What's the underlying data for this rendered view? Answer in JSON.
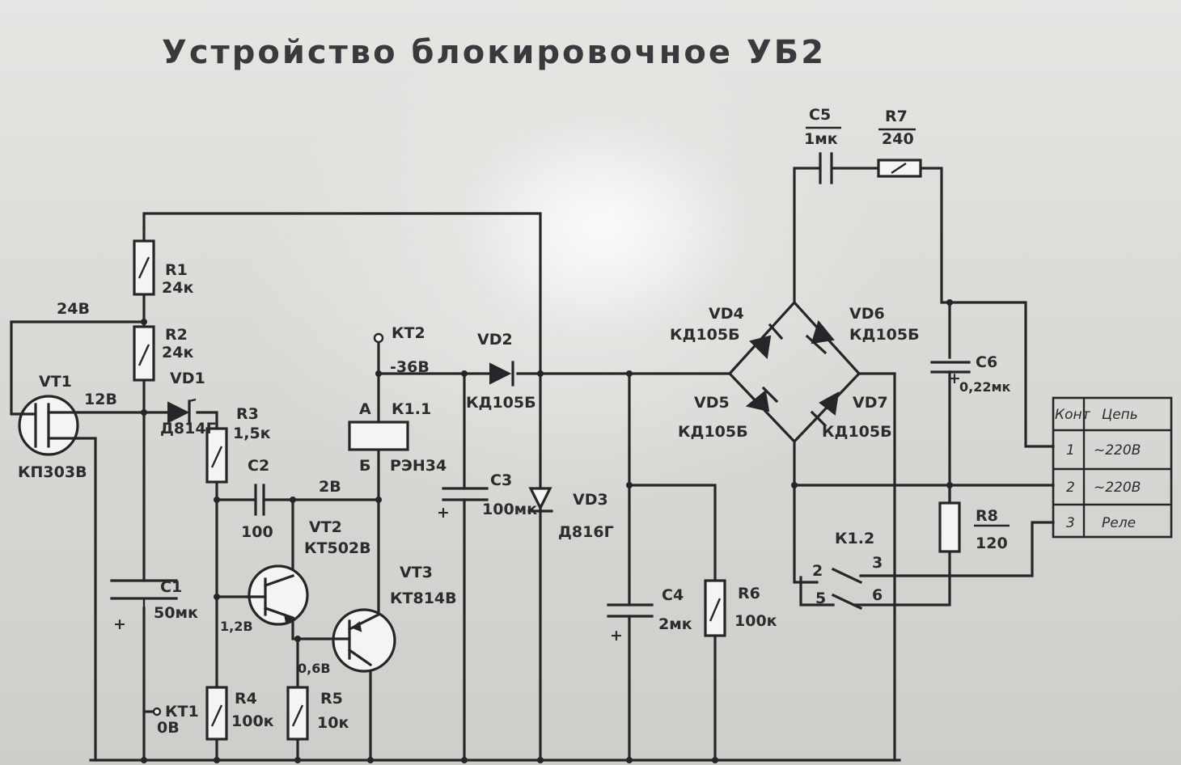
{
  "title": "Устройство блокировочное УБ2",
  "components": {
    "R1": {
      "ref": "R1",
      "value": "24к"
    },
    "R2": {
      "ref": "R2",
      "value": "24к"
    },
    "R3": {
      "ref": "R3",
      "value": "1,5к"
    },
    "R4": {
      "ref": "R4",
      "value": "100к"
    },
    "R5": {
      "ref": "R5",
      "value": "10к"
    },
    "R6": {
      "ref": "R6",
      "value": "100к"
    },
    "R7": {
      "ref": "R7",
      "value": "240"
    },
    "R8": {
      "ref": "R8",
      "value": "120"
    },
    "C1": {
      "ref": "C1",
      "value": "50мк"
    },
    "C2": {
      "ref": "C2",
      "value": "100"
    },
    "C3": {
      "ref": "C3",
      "value": "100мк"
    },
    "C4": {
      "ref": "C4",
      "value": "2мк"
    },
    "C5": {
      "ref": "C5",
      "value": "1мк"
    },
    "C6": {
      "ref": "C6",
      "value": "0,22мк"
    },
    "VT1": {
      "ref": "VT1",
      "value": "КП303В"
    },
    "VT2": {
      "ref": "VT2",
      "value": "КТ502В"
    },
    "VT3": {
      "ref": "VT3",
      "value": "КТ814В"
    },
    "VD1": {
      "ref": "VD1",
      "value": "Д814Г"
    },
    "VD2": {
      "ref": "VD2",
      "value": "КД105Б"
    },
    "VD3": {
      "ref": "VD3",
      "value": "Д816Г"
    },
    "VD4": {
      "ref": "VD4",
      "value": "КД105Б"
    },
    "VD5": {
      "ref": "VD5",
      "value": "КД105Б"
    },
    "VD6": {
      "ref": "VD6",
      "value": "КД105Б"
    },
    "VD7": {
      "ref": "VD7",
      "value": "КД105Б"
    },
    "K1": {
      "ref": "К1.1",
      "value": "РЭН34",
      "pin_a": "А",
      "pin_b": "Б"
    },
    "K1_2": {
      "ref": "К1.2",
      "pins": [
        "2",
        "3",
        "5",
        "6"
      ]
    }
  },
  "test_points": {
    "KT1": {
      "ref": "КТ1",
      "voltage": "0В"
    },
    "KT2": {
      "ref": "КТ2",
      "voltage": "-36В"
    }
  },
  "voltages": {
    "v24": "24В",
    "v12": "12В",
    "v2": "2В",
    "v1_2": "1,2В",
    "v0_6": "0,6В"
  },
  "connector": {
    "header_contact": "Конт",
    "header_circuit": "Цепь",
    "rows": [
      {
        "num": "1",
        "circuit": "~220В"
      },
      {
        "num": "2",
        "circuit": "~220В"
      },
      {
        "num": "3",
        "circuit": "Реле"
      }
    ]
  },
  "colors": {
    "ink": "#26262a",
    "paper": "#dcdad6"
  }
}
